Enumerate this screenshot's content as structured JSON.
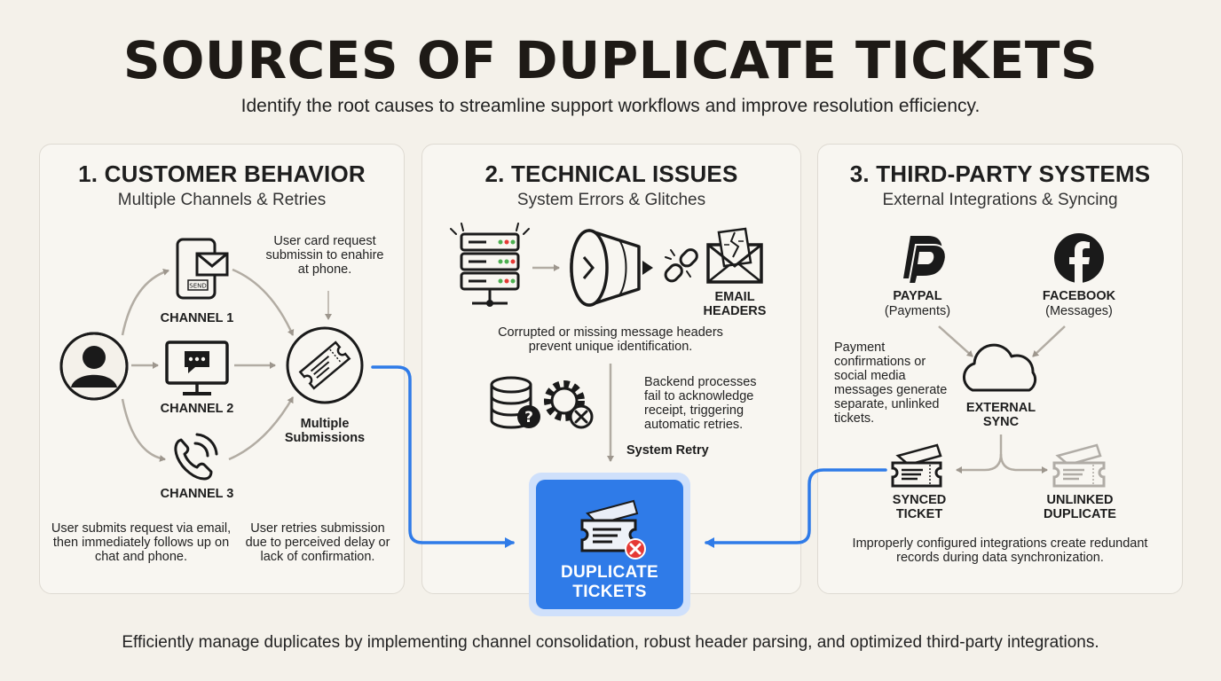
{
  "title": "SOURCES OF DUPLICATE TICKETS",
  "subtitle": "Identify the root causes to streamline support workflows and improve resolution efficiency.",
  "panels": [
    {
      "title": "1. CUSTOMER BEHAVIOR",
      "subtitle": "Multiple Channels & Retries",
      "channel1": "CHANNEL 1",
      "channel2": "CHANNEL 2",
      "channel3": "CHANNEL 3",
      "phone_badge": "SEND",
      "note_top": "User card request submissin to enahire at phone.",
      "multiple_submissions": "Multiple Submissions",
      "note_left": "User submits request via email, then immediately follows up on chat and phone.",
      "note_right": "User retries submission due to perceived delay or lack of confirmation."
    },
    {
      "title": "2. TECHNICAL ISSUES",
      "subtitle": "System Errors & Glitches",
      "email_headers": "EMAIL HEADERS",
      "note_headers": "Corrupted or missing message headers prevent unique identification.",
      "note_backend": "Backend processes fail to acknowledge receipt, triggering automatic retries.",
      "system_retry": "System Retry"
    },
    {
      "title": "3. THIRD-PARTY SYSTEMS",
      "subtitle": "External Integrations & Syncing",
      "paypal": "PAYPAL",
      "paypal_sub": "(Payments)",
      "facebook": "FACEBOOK",
      "facebook_sub": "(Messages)",
      "note_payment": "Payment confirmations or social media messages generate separate, unlinked tickets.",
      "external_sync": "EXTERNAL SYNC",
      "synced_ticket": "SYNCED TICKET",
      "unlinked_duplicate": "UNLINKED DUPLICATE",
      "note_integrations": "Improperly configured integrations create redundant records during data synchronization."
    }
  ],
  "center": {
    "label": "DUPLICATE TICKETS"
  },
  "footer": "Efficiently manage duplicates by implementing channel consolidation, robust header parsing, and optimized third-party integrations.",
  "colors": {
    "accent": "#2f7be8",
    "panel_bg": "#f8f6f1",
    "page_bg": "#f4f1ea",
    "alert": "#e53935"
  },
  "icons": [
    "user-icon",
    "smartphone-icon",
    "envelope-icon",
    "monitor-chat-icon",
    "phone-call-icon",
    "ticket-icon",
    "server-icon",
    "funnel-icon",
    "broken-link-icon",
    "broken-envelope-icon",
    "database-question-icon",
    "gear-error-icon",
    "paypal-logo-icon",
    "facebook-logo-icon",
    "cloud-icon",
    "ticket-stack-icon",
    "faded-ticket-icon",
    "duplicate-ticket-icon"
  ]
}
